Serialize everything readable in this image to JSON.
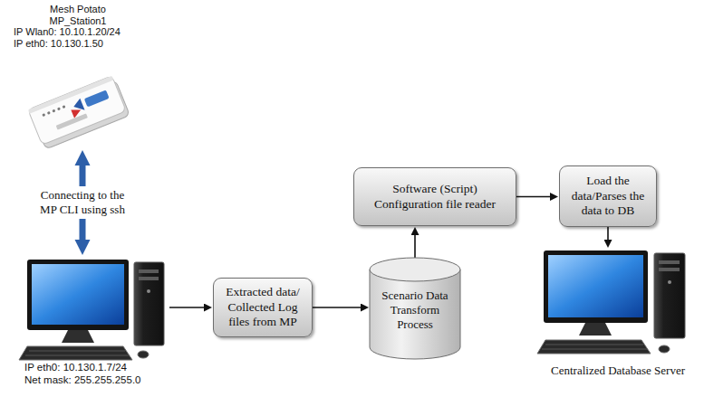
{
  "diagram": {
    "nodes": [
      {
        "text": [
          "Mesh Potato",
          "MP_Station1",
          "IP Wlan0: 10.10.1.20/24",
          "IP eth0: 10.130.1.50"
        ]
      },
      {
        "text": [
          "IP eth0: 10.130.1.7/24",
          "Net mask: 255.255.255.0"
        ]
      },
      {
        "text": [
          "Extracted data/ Collected Log files from MP"
        ]
      },
      {
        "text": [
          "Scenario Data Transform Process"
        ]
      },
      {
        "text": [
          "Software (Script) Configuration file reader"
        ]
      },
      {
        "text": [
          "Load the data/Parses the data to DB"
        ]
      },
      {
        "text": [
          "Centralized Database Server"
        ]
      }
    ],
    "edges": [
      {
        "from": 0,
        "to": 1,
        "label": "Connecting to the MP CLI using ssh",
        "arrow": "both"
      },
      {
        "from": 1,
        "to": 2,
        "arrow": "to"
      },
      {
        "from": 2,
        "to": 3,
        "arrow": "to"
      },
      {
        "from": 3,
        "to": 4,
        "arrow": "to"
      },
      {
        "from": 4,
        "to": 5,
        "arrow": "to"
      },
      {
        "from": 5,
        "to": 6,
        "arrow": "to"
      }
    ]
  }
}
